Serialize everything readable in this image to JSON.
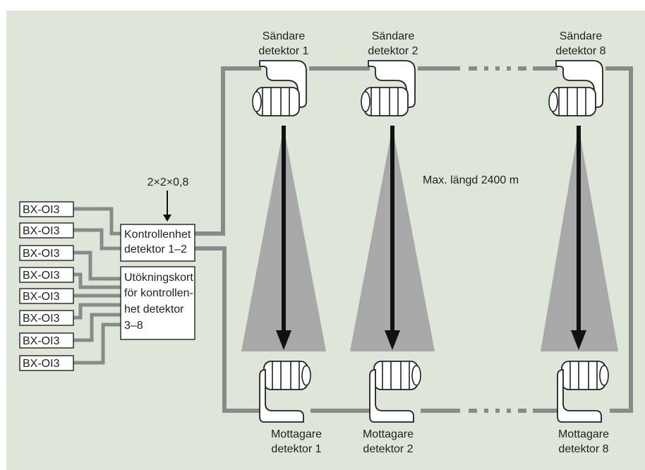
{
  "cable_spec": "2×2×0,8",
  "max_length": "Max. längd 2400 m",
  "controller": {
    "line1": "Kontrollenhet",
    "line2": "detektor 1–2"
  },
  "expansion": {
    "line1": "Utökningskort",
    "line2": "för kontrollen-",
    "line3": "het detektor",
    "line4": "3–8"
  },
  "modules": [
    "BX-OI3",
    "BX-OI3",
    "BX-OI3",
    "BX-OI3",
    "BX-OI3",
    "BX-OI3",
    "BX-OI3",
    "BX-OI3"
  ],
  "transmitters": [
    {
      "line1": "Sändare",
      "line2": "detektor 1"
    },
    {
      "line1": "Sändare",
      "line2": "detektor 2"
    },
    {
      "line1": "Sändare",
      "line2": "detektor 8"
    }
  ],
  "receivers": [
    {
      "line1": "Mottagare",
      "line2": "detektor 1"
    },
    {
      "line1": "Mottagare",
      "line2": "detektor 2"
    },
    {
      "line1": "Mottagare",
      "line2": "detektor 8"
    }
  ],
  "colors": {
    "background": "#dde6d9",
    "wire": "#8a8a8a",
    "beam": "#a9a9a9",
    "box_border": "#222222"
  }
}
